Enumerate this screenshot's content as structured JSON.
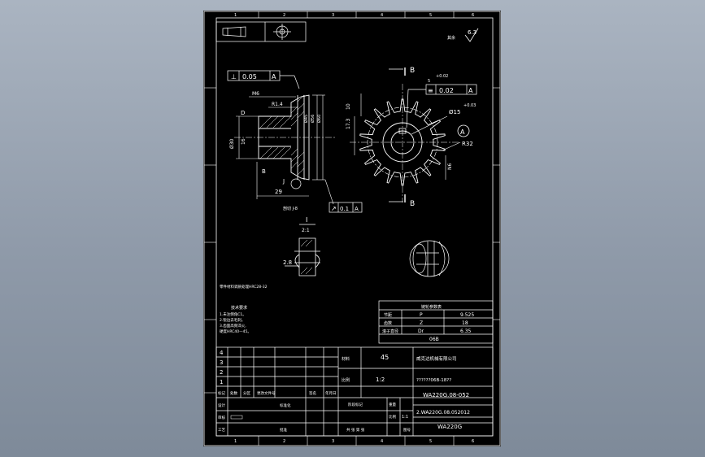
{
  "drawing": {
    "border_numbers_top": [
      "1",
      "2",
      "3",
      "4",
      "5",
      "6"
    ],
    "border_numbers_bottom": [
      "1",
      "2",
      "3",
      "4",
      "5",
      "6"
    ],
    "roughness_note": "其余",
    "roughness_value": "6.3",
    "front_view": {
      "tolerance_frame": {
        "symbol": "⊥",
        "value": "0.05",
        "datum": "A"
      },
      "dim_thread": "M6",
      "dim_chamfer": "R1.4",
      "dim_bore": "Ø30",
      "dim_width": "29",
      "dim_depth": "16",
      "runout_frame": {
        "symbol": "↗",
        "value": "0.1",
        "datum": "A"
      },
      "section_mark_d": "D",
      "section_mark_b": "B",
      "section_mark_j": "J",
      "section_caption": "剖切 J-8"
    },
    "side_view": {
      "section_b": "B",
      "dim_5": "5",
      "tol_upper": "+0.02",
      "sym_frame": {
        "symbol": "≡",
        "value": "0.02",
        "datum": "A"
      },
      "dim_bore": "Ø15",
      "tol_bore": "+0.03",
      "datum_a": "A",
      "dim_radius": "R32",
      "dim_left": "17.3",
      "dim_top": "10",
      "dim_n6": "N6"
    },
    "detail": {
      "label": "I",
      "scale": "2:1",
      "dim": "2.8"
    },
    "notes": {
      "headline": "零件材料调质处理HRC28-32",
      "title": "技术要求",
      "lines": [
        "1.未注倒角C1。",
        "2.锐边去毛刺。",
        "3.齿面高频淬火,",
        "硬度HRC40—45。"
      ]
    },
    "param_table": {
      "title": "链轮参数表",
      "rows": [
        {
          "name": "节距",
          "symbol": "P",
          "value": "9.525"
        },
        {
          "name": "齿数",
          "symbol": "Z",
          "value": "18"
        },
        {
          "name": "滚子直径",
          "symbol": "Dr",
          "value": "6.35"
        },
        {
          "name": "",
          "symbol": "",
          "value": "06B"
        }
      ]
    },
    "title_block": {
      "rev_rows": [
        "4",
        "3",
        "2",
        "1"
      ],
      "material_label": "材料",
      "material": "45",
      "company": "威克达机械有限公司",
      "part_desc": "??????06B-18??",
      "scale_label": "比例",
      "scale": "1:2",
      "drawing_no": "WA220G.08-052",
      "assembly_no": "2.WA220G.08.052012",
      "product": "WA220G",
      "header_cells": [
        "标记",
        "处数",
        "分区",
        "更改文件号",
        "签名",
        "年月日"
      ],
      "row_labels": [
        "设计",
        "审核",
        "工艺"
      ],
      "row_labels_mid": [
        "标准化",
        "批准"
      ],
      "stage_label": "阶段标记",
      "weight_label": "重量",
      "weight": "",
      "sheet_label": "共 张 第 张",
      "ratio_label": "比例",
      "ratio": "1:1"
    }
  }
}
